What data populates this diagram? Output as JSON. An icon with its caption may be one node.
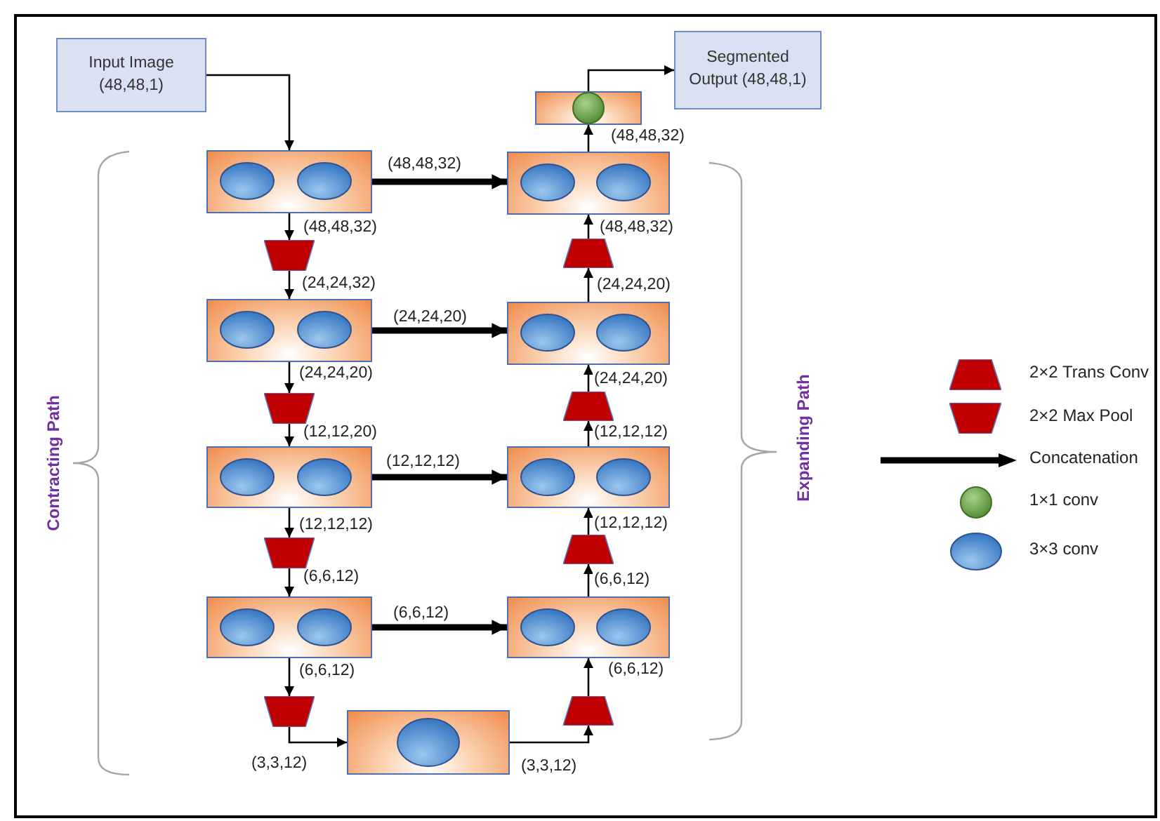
{
  "diagram": {
    "nodes": [
      {
        "text": [
          "Input Image (48,48,1)"
        ]
      },
      {
        "text": [
          "Segmented Output (48,48,1)"
        ]
      },
      {
        "text": [],
        "shape": "box"
      },
      {
        "text": [],
        "shape": "box"
      },
      {
        "text": [],
        "shape": "box"
      },
      {
        "text": [],
        "shape": "trapezoid"
      },
      {
        "text": [],
        "shape": "trapezoid"
      },
      {
        "text": [],
        "shape": "box"
      },
      {
        "text": [],
        "shape": "box"
      },
      {
        "text": [],
        "shape": "trapezoid"
      },
      {
        "text": [],
        "shape": "trapezoid"
      },
      {
        "text": [],
        "shape": "box"
      },
      {
        "text": [],
        "shape": "box"
      },
      {
        "text": [],
        "shape": "trapezoid"
      },
      {
        "text": [],
        "shape": "trapezoid"
      },
      {
        "text": [],
        "shape": "box"
      },
      {
        "text": [],
        "shape": "box"
      },
      {
        "text": [],
        "shape": "trapezoid"
      },
      {
        "text": [],
        "shape": "trapezoid"
      },
      {
        "text": [],
        "shape": "box"
      }
    ],
    "edges": [
      {
        "from": 0,
        "to": 3,
        "arrow": "to"
      },
      {
        "from": 3,
        "to": 5,
        "arrow": "to",
        "label": "(48,48,32)"
      },
      {
        "from": 5,
        "to": 7,
        "arrow": "to",
        "label": "(24,24,32)"
      },
      {
        "from": 7,
        "to": 9,
        "arrow": "to",
        "label": "(24,24,20)"
      },
      {
        "from": 9,
        "to": 11,
        "arrow": "to",
        "label": "(12,12,20)"
      },
      {
        "from": 11,
        "to": 13,
        "arrow": "to",
        "label": "(12,12,12)"
      },
      {
        "from": 13,
        "to": 15,
        "arrow": "to",
        "label": "(6,6,12)"
      },
      {
        "from": 15,
        "to": 17,
        "arrow": "to",
        "label": "(6,6,12)"
      },
      {
        "from": 17,
        "to": 19,
        "arrow": "to",
        "label": "(3,3,12)"
      },
      {
        "from": 19,
        "to": 18,
        "arrow": "to",
        "label": "(3,3,12)"
      },
      {
        "from": 18,
        "to": 16,
        "arrow": "to",
        "label": "(6,6,12)"
      },
      {
        "from": 16,
        "to": 14,
        "arrow": "to",
        "label": "(6,6,12)"
      },
      {
        "from": 14,
        "to": 12,
        "arrow": "to",
        "label": "(12,12,12)"
      },
      {
        "from": 12,
        "to": 10,
        "arrow": "to",
        "label": "(12,12,12)"
      },
      {
        "from": 10,
        "to": 8,
        "arrow": "to",
        "label": "(24,24,20)"
      },
      {
        "from": 8,
        "to": 6,
        "arrow": "to",
        "label": "(24,24,20)"
      },
      {
        "from": 6,
        "to": 4,
        "arrow": "to",
        "label": "(48,48,32)"
      },
      {
        "from": 4,
        "to": 2,
        "arrow": "to",
        "label": "(48,48,32)"
      },
      {
        "from": 2,
        "to": 1,
        "arrow": "to"
      },
      {
        "from": 3,
        "to": 4,
        "arrow": "to",
        "label": "(48,48,32)",
        "style": "thick"
      },
      {
        "from": 7,
        "to": 8,
        "arrow": "to",
        "label": "(24,24,20)",
        "style": "thick"
      },
      {
        "from": 11,
        "to": 12,
        "arrow": "to",
        "label": "(12,12,12)",
        "style": "thick"
      },
      {
        "from": 15,
        "to": 16,
        "arrow": "to",
        "label": "(6,6,12)",
        "style": "thick"
      }
    ],
    "labels": [
      "Contracting Path",
      "Expanding Path"
    ],
    "legend": [
      {
        "text": "2×2 Trans Conv"
      },
      {
        "text": "2×2 Max Pool"
      },
      {
        "text": "Concatenation"
      },
      {
        "text": "1×1 conv"
      },
      {
        "text": "3×3 conv"
      }
    ]
  }
}
